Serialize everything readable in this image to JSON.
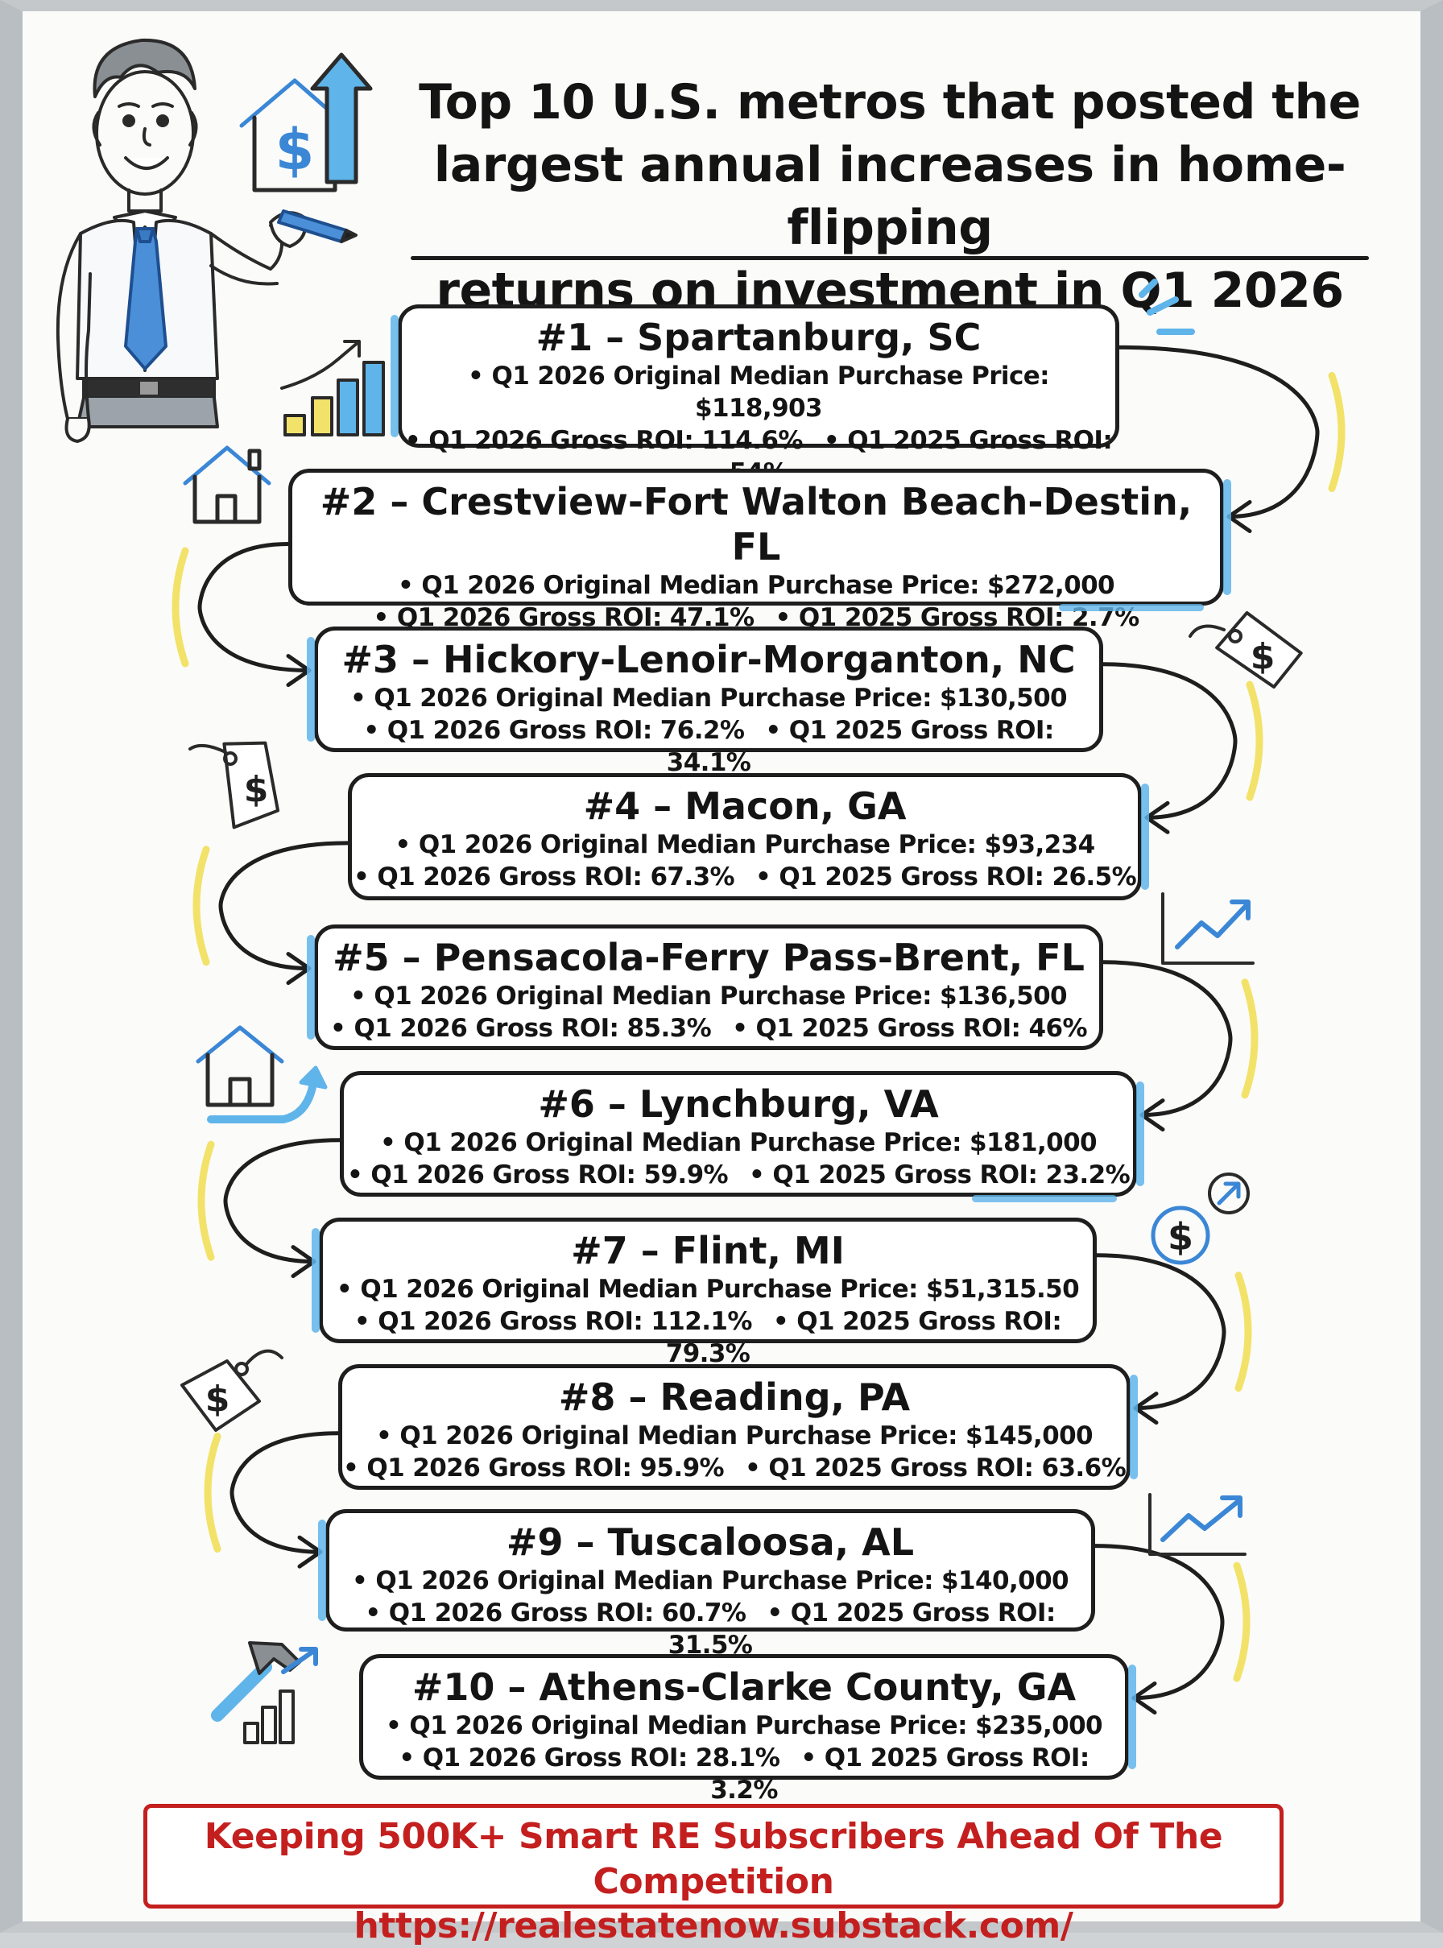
{
  "title": {
    "lines": [
      "Top 10 U.S. metros that posted the",
      "largest annual increases in home-flipping",
      "returns on investment in Q1 2026"
    ]
  },
  "bullet": "•",
  "metros": [
    {
      "name": "#1 – Spartanburg, SC",
      "price": "Q1 2026 Original Median Purchase Price: $118,903",
      "roi_2026": "Q1 2026 Gross ROI: 114.6%",
      "roi_2025": "Q1 2025 Gross ROI: 54%"
    },
    {
      "name": "#2 – Crestview-Fort Walton Beach-Destin, FL",
      "price": "Q1 2026 Original Median Purchase Price: $272,000",
      "roi_2026": "Q1 2026 Gross ROI: 47.1%",
      "roi_2025": "Q1 2025 Gross ROI: 2.7%"
    },
    {
      "name": "#3 – Hickory-Lenoir-Morganton, NC",
      "price": "Q1 2026 Original Median Purchase Price: $130,500",
      "roi_2026": "Q1 2026 Gross ROI: 76.2%",
      "roi_2025": "Q1 2025 Gross ROI: 34.1%"
    },
    {
      "name": "#4 – Macon, GA",
      "price": "Q1 2026 Original Median Purchase Price: $93,234",
      "roi_2026": "Q1 2026 Gross ROI: 67.3%",
      "roi_2025": "Q1 2025 Gross ROI: 26.5%"
    },
    {
      "name": "#5 – Pensacola-Ferry Pass-Brent, FL",
      "price": "Q1 2026 Original Median Purchase Price: $136,500",
      "roi_2026": "Q1 2026 Gross ROI: 85.3%",
      "roi_2025": "Q1 2025 Gross ROI: 46%"
    },
    {
      "name": "#6 – Lynchburg, VA",
      "price": "Q1 2026 Original Median Purchase Price: $181,000",
      "roi_2026": "Q1 2026 Gross ROI: 59.9%",
      "roi_2025": "Q1 2025 Gross ROI: 23.2%"
    },
    {
      "name": "#7 – Flint, MI",
      "price": "Q1 2026 Original Median Purchase Price: $51,315.50",
      "roi_2026": "Q1 2026 Gross ROI: 112.1%",
      "roi_2025": "Q1 2025 Gross ROI: 79.3%"
    },
    {
      "name": "#8 – Reading, PA",
      "price": "Q1 2026 Original Median Purchase Price: $145,000",
      "roi_2026": "Q1 2026 Gross ROI: 95.9%",
      "roi_2025": "Q1 2025 Gross ROI: 63.6%"
    },
    {
      "name": "#9 – Tuscaloosa, AL",
      "price": "Q1 2026 Original Median Purchase Price: $140,000",
      "roi_2026": "Q1 2026 Gross ROI: 60.7%",
      "roi_2025": "Q1 2025 Gross ROI: 31.5%"
    },
    {
      "name": "#10 – Athens-Clarke County, GA",
      "price": "Q1 2026 Original Median Purchase Price: $235,000",
      "roi_2026": "Q1 2026 Gross ROI: 28.1%",
      "roi_2025": "Q1 2025 Gross ROI: 3.2%"
    }
  ],
  "footer": {
    "tagline": "Keeping 500K+ Smart RE Subscribers Ahead Of The Competition",
    "url": "https://realestatenow.substack.com/"
  },
  "icons": {
    "dollar_sign": "$",
    "names": [
      "presenter-illustration",
      "house-dollar-arrow-icon",
      "bar-chart-up-icon",
      "house-icon",
      "price-tag-icon",
      "trend-line-icon",
      "house-arrow-icon",
      "dollar-coin-icon",
      "hammer-chart-icon"
    ]
  },
  "colors": {
    "board": "#fbfbfa",
    "frame": "#b9bec2",
    "ink": "#1e1e1e",
    "highlight_blue": "#5fb4ea",
    "highlight_yellow": "#f3e26a",
    "footer_red": "#c41f1f"
  }
}
